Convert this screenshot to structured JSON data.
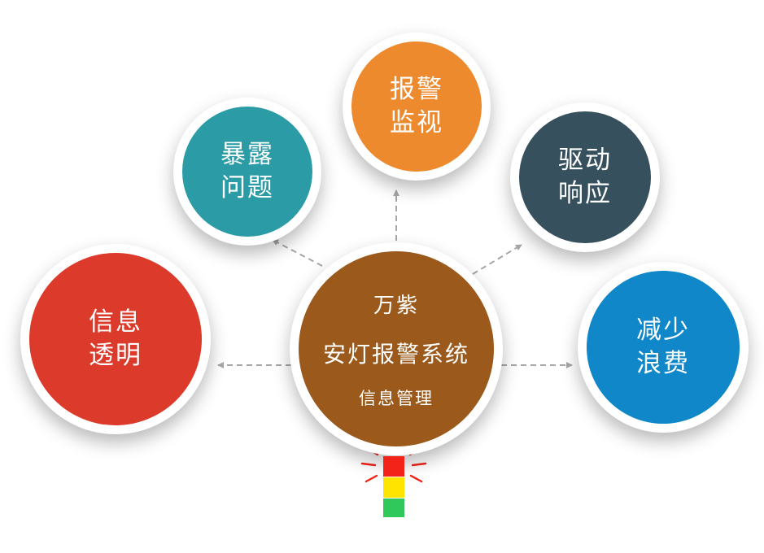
{
  "center": {
    "line1": "万紫",
    "line2": "安灯报警系统",
    "line3": "信息管理",
    "color": "#9B5A1B"
  },
  "nodes": [
    {
      "id": "alarm-monitoring",
      "line1": "报警",
      "line2": "监视",
      "color": "#EC8A2D"
    },
    {
      "id": "expose-problems",
      "line1": "暴露",
      "line2": "问题",
      "color": "#2B9CA6"
    },
    {
      "id": "drive-response",
      "line1": "驱动",
      "line2": "响应",
      "color": "#36505E"
    },
    {
      "id": "info-transparency",
      "line1": "信息",
      "line2": "透明",
      "color": "#DC3A2A"
    },
    {
      "id": "reduce-waste",
      "line1": "减少",
      "line2": "浪费",
      "color": "#0F87C8"
    }
  ],
  "arrows": {
    "color": "#A6A6A6"
  },
  "andon_light": {
    "red": "#F3231A",
    "yellow": "#FFE400",
    "green": "#30C85A",
    "rays": "#F3231A"
  }
}
